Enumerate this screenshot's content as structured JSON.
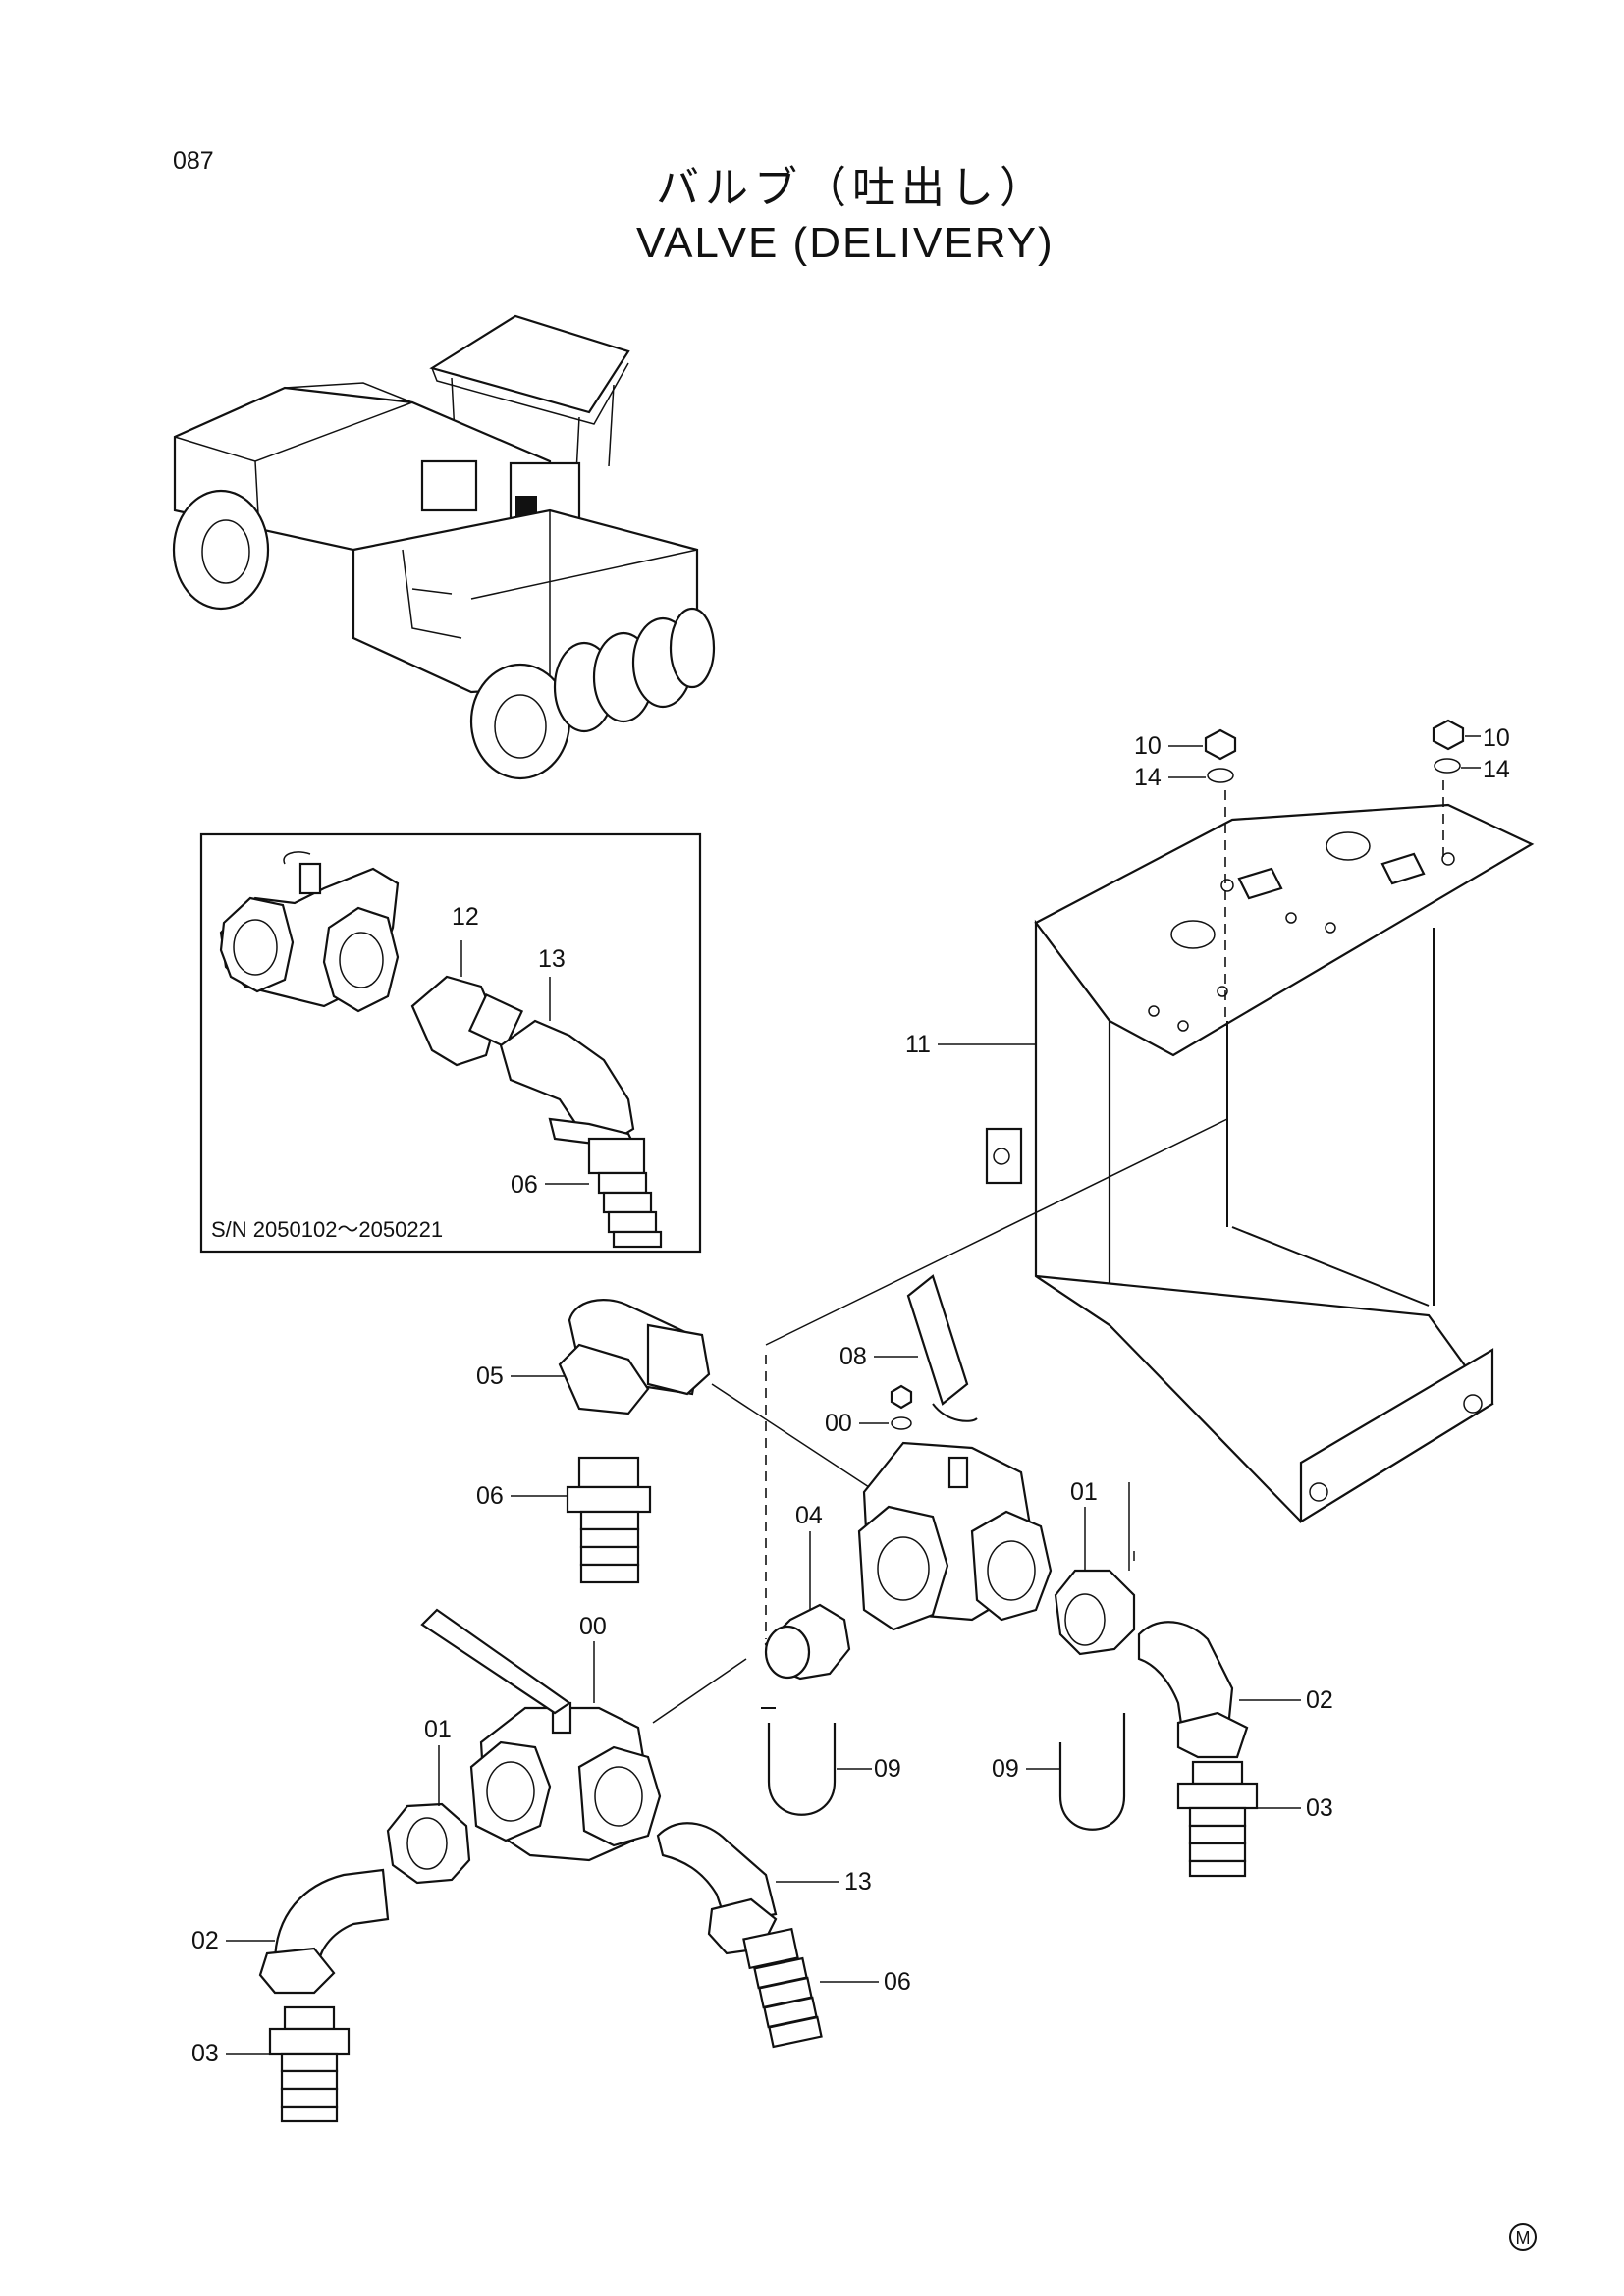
{
  "page": {
    "number": "087",
    "title_jp": "バルブ（吐出し）",
    "title_en": "VALVE (DELIVERY)",
    "maker_mark": "M"
  },
  "inset": {
    "serial_label": "S/N  2050102～2050221",
    "callouts": [
      "12",
      "13",
      "06"
    ]
  },
  "callouts": {
    "c10a": "10",
    "c14a": "14",
    "c10b": "10",
    "c14b": "14",
    "c11": "11",
    "c05": "05",
    "c08": "08",
    "c00a": "00",
    "c06a": "06",
    "c04": "04",
    "c01a": "01",
    "c00b": "00",
    "c02a": "02",
    "c09a": "09",
    "c09b": "09",
    "c03a": "03",
    "c01b": "01",
    "c13": "13",
    "c02b": "02",
    "c06b": "06",
    "c03b": "03"
  },
  "icons": [
    "machine-illustration",
    "valve-assembly",
    "bracket",
    "manufacturer-mark-icon"
  ]
}
